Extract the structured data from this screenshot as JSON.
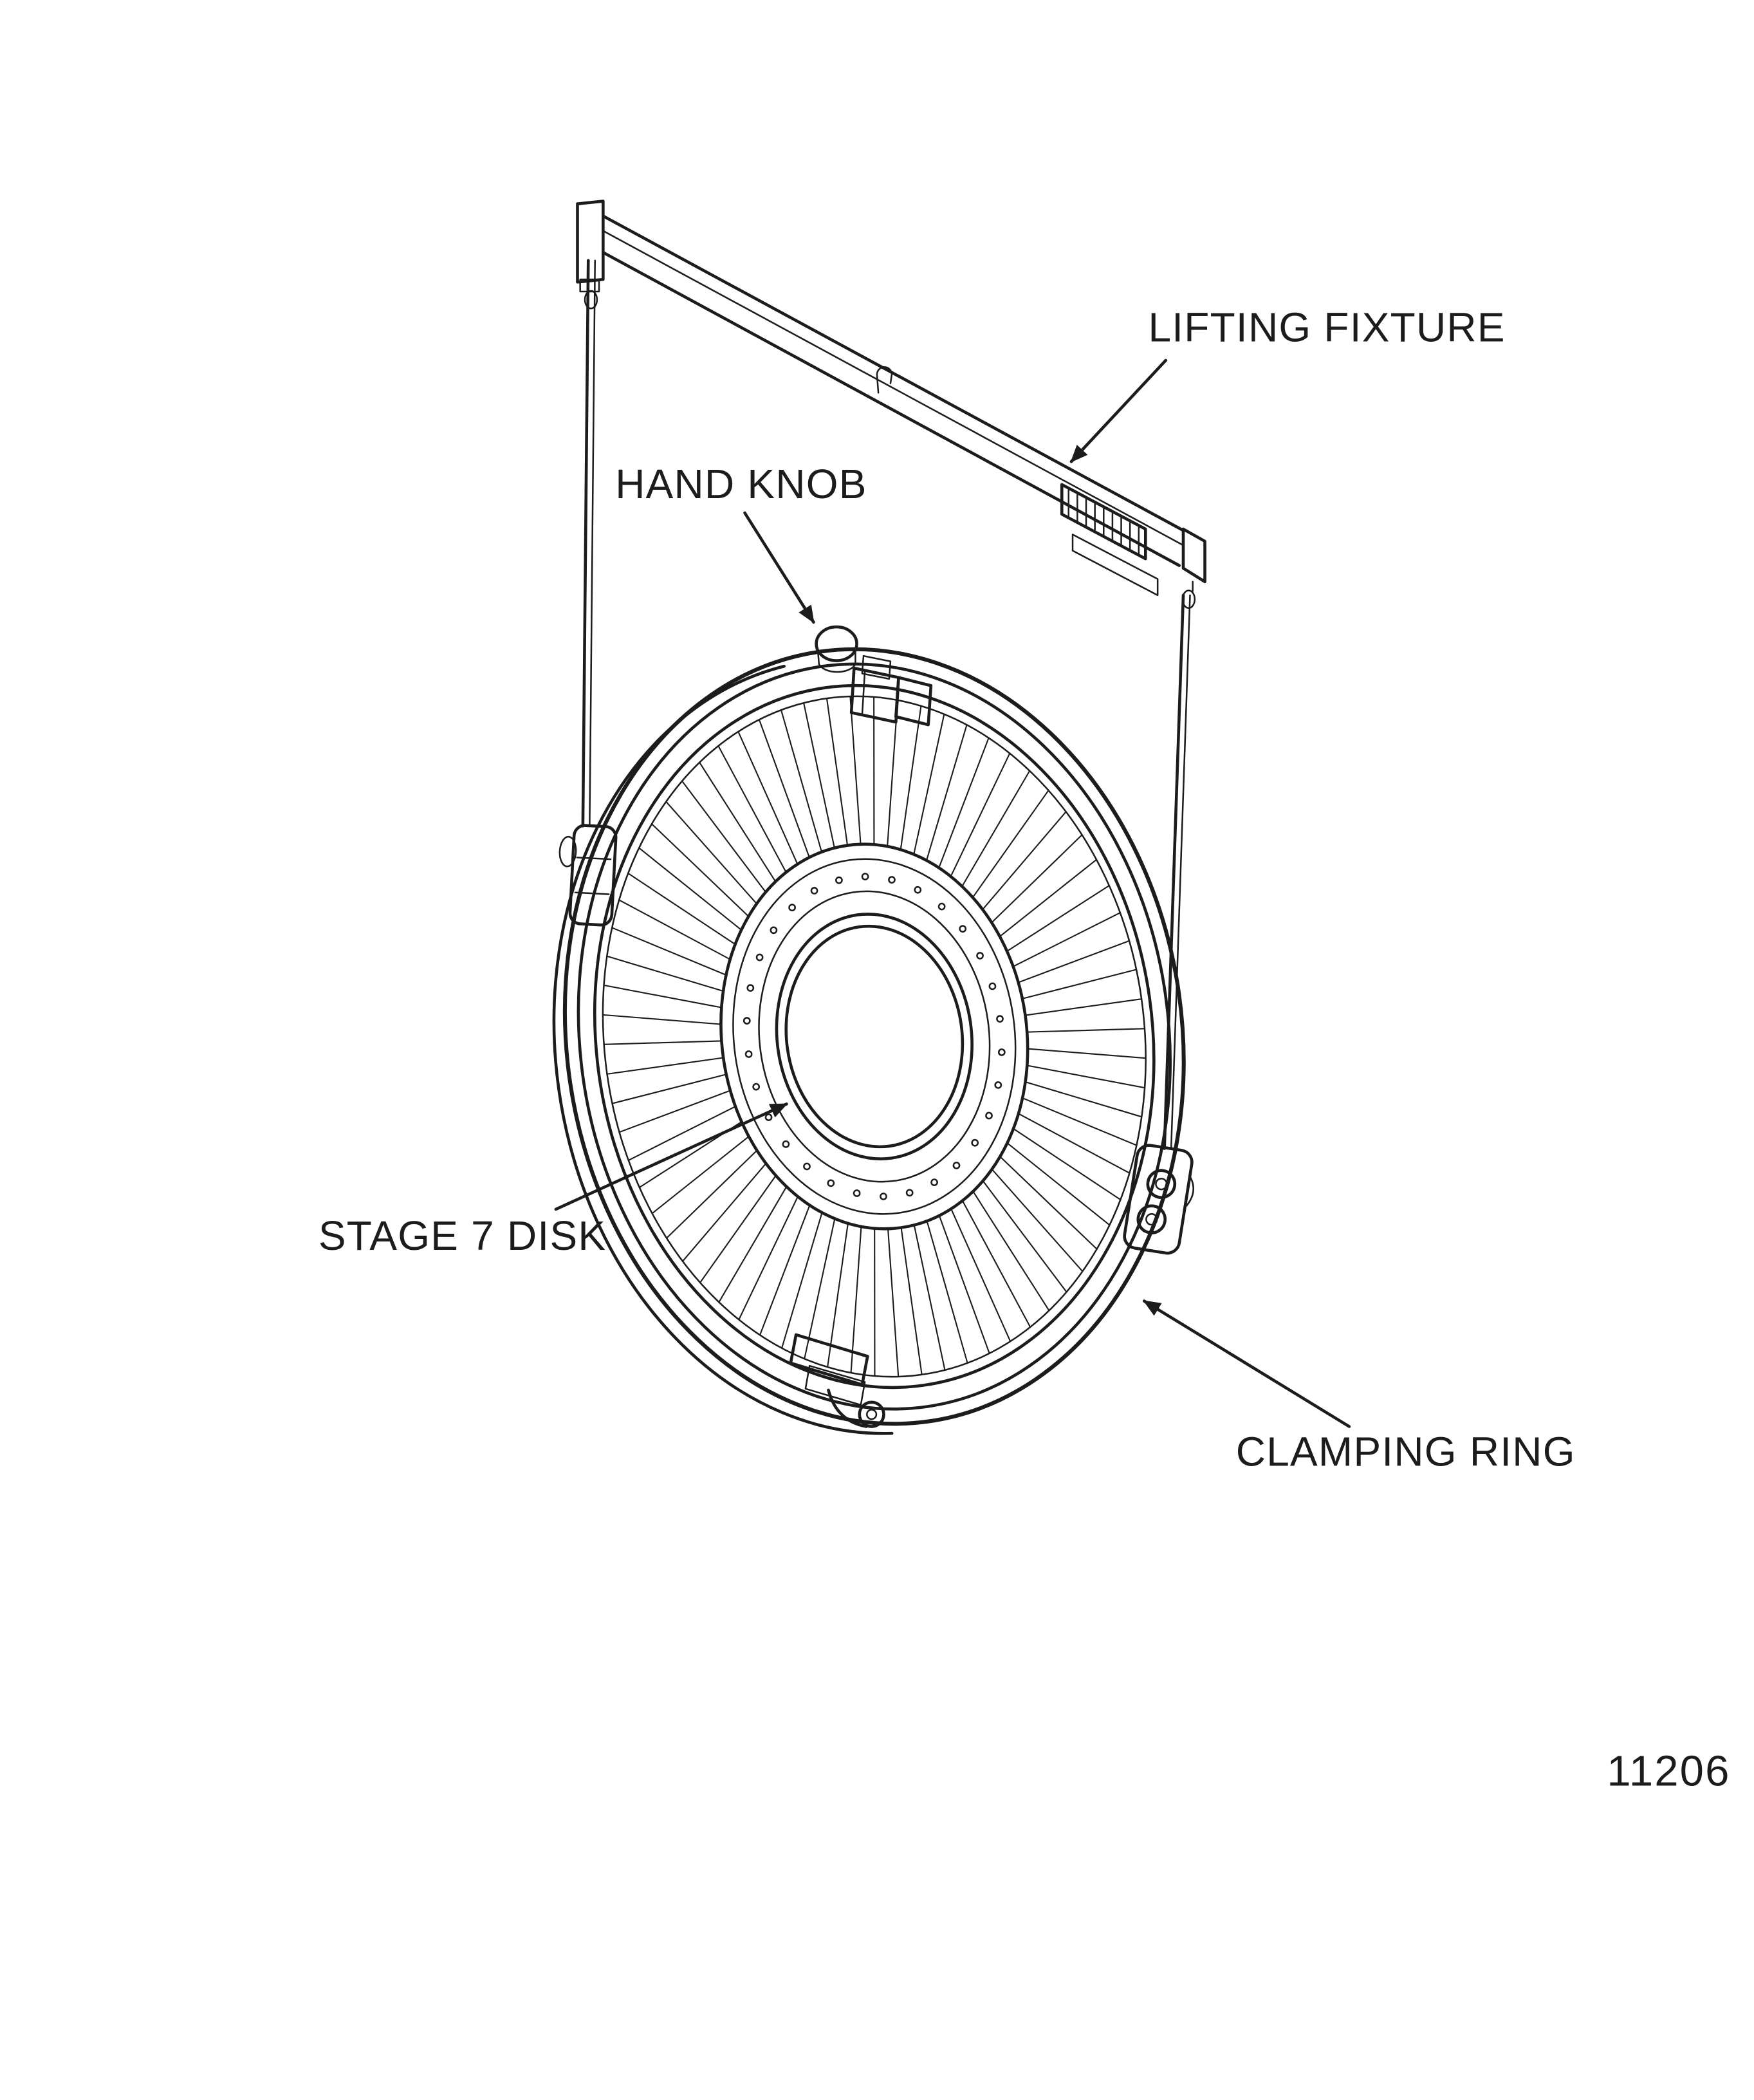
{
  "page": {
    "background": "#ffffff",
    "ink": "#1c1c1c"
  },
  "labels": {
    "lifting_fixture": "LIFTING FIXTURE",
    "hand_knob": "HAND KNOB",
    "stage_7_disk": "STAGE 7 DISK",
    "clamping_ring": "CLAMPING RING"
  },
  "figure_number": "11206"
}
